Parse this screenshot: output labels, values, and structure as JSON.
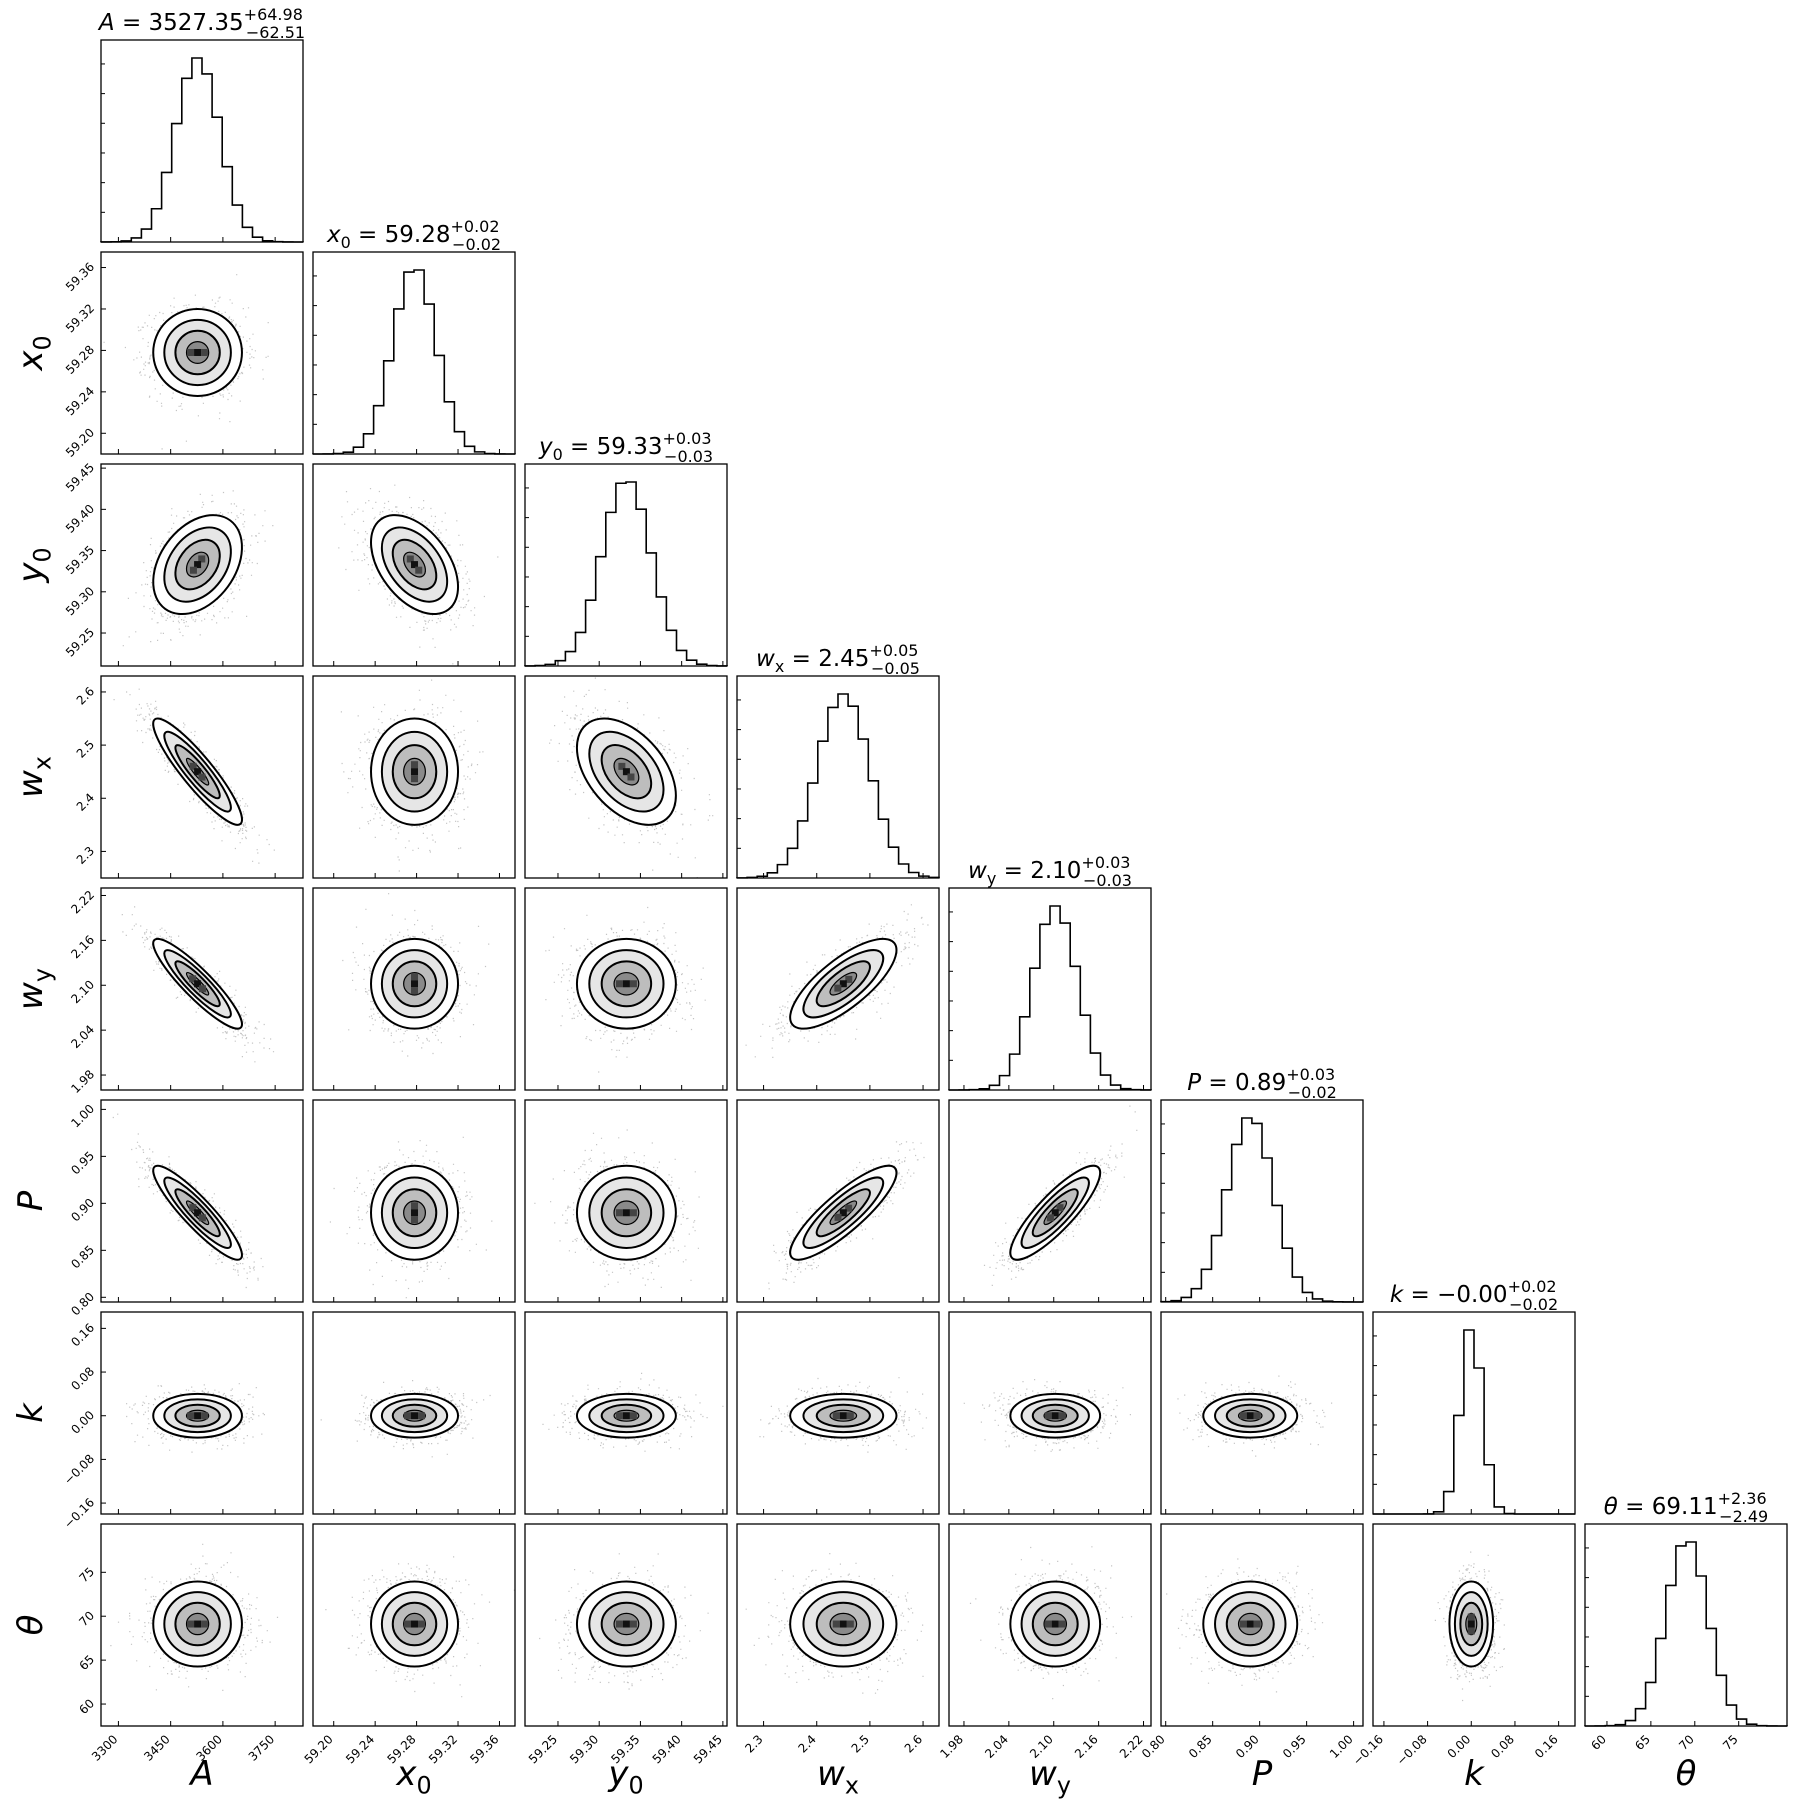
{
  "chart_data": {
    "type": "corner",
    "parameters": [
      {
        "key": "A",
        "symbol": "A",
        "sub": "",
        "median": "3527.35",
        "plus": "+64.98",
        "minus": "−62.51",
        "center": 3527.35,
        "sigma": 63.7,
        "range": [
          3250,
          3830
        ],
        "ticks": [
          3300,
          3450,
          3600,
          3750
        ],
        "tick_labels": [
          "3300",
          "3450",
          "3600",
          "3750"
        ]
      },
      {
        "key": "x0",
        "symbol": "x",
        "sub": "0",
        "median": "59.28",
        "plus": "+0.02",
        "minus": "−0.02",
        "center": 59.278,
        "sigma": 0.021,
        "range": [
          59.18,
          59.375
        ],
        "ticks": [
          59.2,
          59.24,
          59.28,
          59.32,
          59.36
        ],
        "tick_labels": [
          "59.20",
          "59.24",
          "59.28",
          "59.32",
          "59.36"
        ]
      },
      {
        "key": "y0",
        "symbol": "y",
        "sub": "0",
        "median": "59.33",
        "plus": "+0.03",
        "minus": "−0.03",
        "center": 59.333,
        "sigma": 0.03,
        "range": [
          59.21,
          59.455
        ],
        "ticks": [
          59.25,
          59.3,
          59.35,
          59.4,
          59.45
        ],
        "tick_labels": [
          "59.25",
          "59.30",
          "59.35",
          "59.40",
          "59.45"
        ]
      },
      {
        "key": "wx",
        "symbol": "w",
        "sub": "x",
        "median": "2.45",
        "plus": "+0.05",
        "minus": "−0.05",
        "center": 2.45,
        "sigma": 0.05,
        "range": [
          2.25,
          2.63
        ],
        "ticks": [
          2.3,
          2.4,
          2.5,
          2.6
        ],
        "tick_labels": [
          "2.3",
          "2.4",
          "2.5",
          "2.6"
        ]
      },
      {
        "key": "wy",
        "symbol": "w",
        "sub": "y",
        "median": "2.10",
        "plus": "+0.03",
        "minus": "−0.03",
        "center": 2.102,
        "sigma": 0.03,
        "range": [
          1.96,
          2.23
        ],
        "ticks": [
          1.98,
          2.04,
          2.1,
          2.16,
          2.22
        ],
        "tick_labels": [
          "1.98",
          "2.04",
          "2.10",
          "2.16",
          "2.22"
        ]
      },
      {
        "key": "P",
        "symbol": "P",
        "sub": "",
        "median": "0.89",
        "plus": "+0.03",
        "minus": "−0.02",
        "center": 0.89,
        "sigma": 0.025,
        "range": [
          0.795,
          1.01
        ],
        "ticks": [
          0.8,
          0.85,
          0.9,
          0.95,
          1.0
        ],
        "tick_labels": [
          "0.80",
          "0.85",
          "0.90",
          "0.95",
          "1.00"
        ]
      },
      {
        "key": "k",
        "symbol": "k",
        "sub": "",
        "median": "−0.00",
        "plus": "+0.02",
        "minus": "−0.02",
        "center": 0.0,
        "sigma": 0.02,
        "range": [
          -0.18,
          0.19
        ],
        "ticks": [
          -0.16,
          -0.08,
          0.0,
          0.08,
          0.16
        ],
        "tick_labels": [
          "−0.16",
          "−0.08",
          "0.00",
          "0.08",
          "0.16"
        ]
      },
      {
        "key": "theta",
        "symbol": "θ",
        "sub": "",
        "median": "69.11",
        "plus": "+2.36",
        "minus": "−2.49",
        "center": 69.11,
        "sigma": 2.42,
        "range": [
          57.5,
          80.5
        ],
        "ticks": [
          60,
          65,
          70,
          75
        ],
        "tick_labels": [
          "60",
          "65",
          "70",
          "75"
        ]
      }
    ],
    "correlations": {
      "A-wx": -0.9,
      "A-wy": -0.9,
      "A-P": -0.9,
      "A-y0": 0.35,
      "x0-y0": -0.45,
      "y0-wx": -0.45,
      "wx-wy": 0.75,
      "wx-P": 0.85,
      "wy-P": 0.85
    },
    "contour_levels_sigma": [
      0.5,
      1.0,
      1.5,
      2.0
    ],
    "histogram_bins": 20,
    "samples_per_panel": 1100
  }
}
